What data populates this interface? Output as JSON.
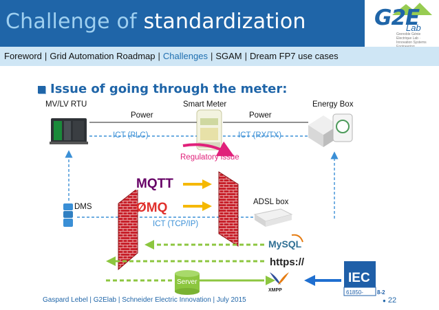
{
  "header": {
    "title_part1": "Challenge of",
    "title_part2": "standardization",
    "logo_text": "G2E",
    "logo_sub": "Lab",
    "logo_tagline": "Grenoble Génie Electrique Lab · Innovation Systems Engineering"
  },
  "nav": {
    "items": [
      "Foreword",
      "Grid Automation Roadmap",
      "Challenges",
      "SGAM",
      "Dream FP7 use cases"
    ],
    "separator": "|",
    "current_index": 2
  },
  "heading": "Issue of going through the meter:",
  "diagram": {
    "rtu_label": "MV/LV RTU",
    "meter_label": "Smart Meter",
    "energybox_label": "Energy Box",
    "power_left": "Power",
    "power_right": "Power",
    "ict_plc": "ICT (PLC)",
    "ict_rxtx": "ICT (RX/TX)",
    "regulatory": "Regulatory issue",
    "dms_label": "DMS",
    "adsl_label": "ADSL box",
    "ict_tcpip": "ICT (TCP/IP)",
    "server_label": "Server",
    "protocols": {
      "mqtt": "MQTT",
      "zeromq": "ØMQ",
      "mysql": "MySQL",
      "https": "https://",
      "xmpp": "XMPP",
      "iec": "IEC",
      "iec_num": "61850-",
      "iec_sub": "8-2"
    },
    "colors": {
      "accent_blue": "#1f65a8",
      "ict_blue": "#3a8fd6",
      "regulatory_pink": "#e0217a",
      "arrow_yellow": "#f5b800",
      "arrow_green": "#8cc63f",
      "firewall_red": "#c8202a"
    }
  },
  "footer": {
    "credit": "Gaspard Lebel | G2Elab | Schneider Electric Innovation | July 2015",
    "page": "22"
  }
}
